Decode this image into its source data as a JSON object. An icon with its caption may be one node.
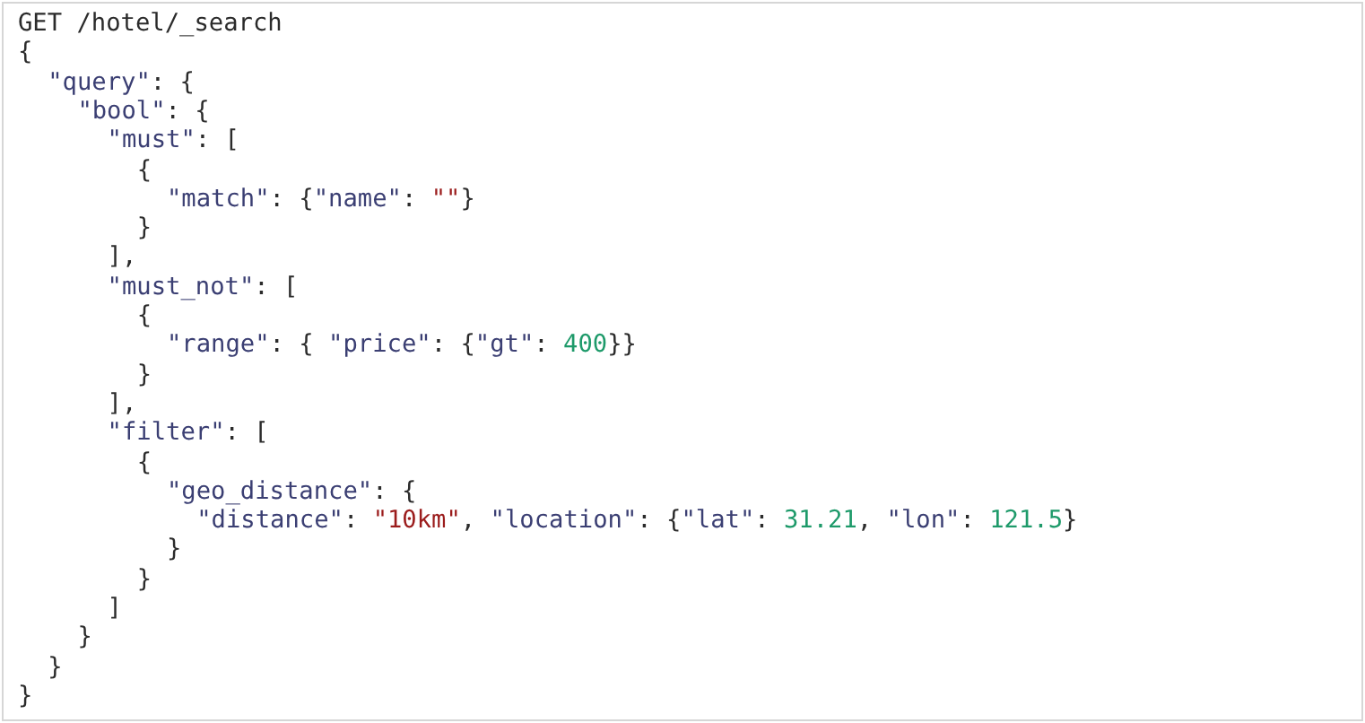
{
  "diagram": {
    "labels": [
      "GET /hotel/_search",
      "{",
      "\"query\": {",
      "\"bool\": {",
      "\"must\": [",
      "{",
      "\"match\": {\"name\": \"\"}",
      "}",
      "],",
      "\"must_not\": [",
      "{",
      "\"range\": { \"price\": {\"gt\": 400}}",
      "}",
      "],",
      "\"filter\": [",
      "{",
      "\"geo_distance\": {",
      "\"distance\": \"10km\", \"location\": {\"lat\": 31.21, \"lon\": 121.5}",
      "}",
      "}",
      "]",
      "}",
      "}",
      "}"
    ]
  }
}
